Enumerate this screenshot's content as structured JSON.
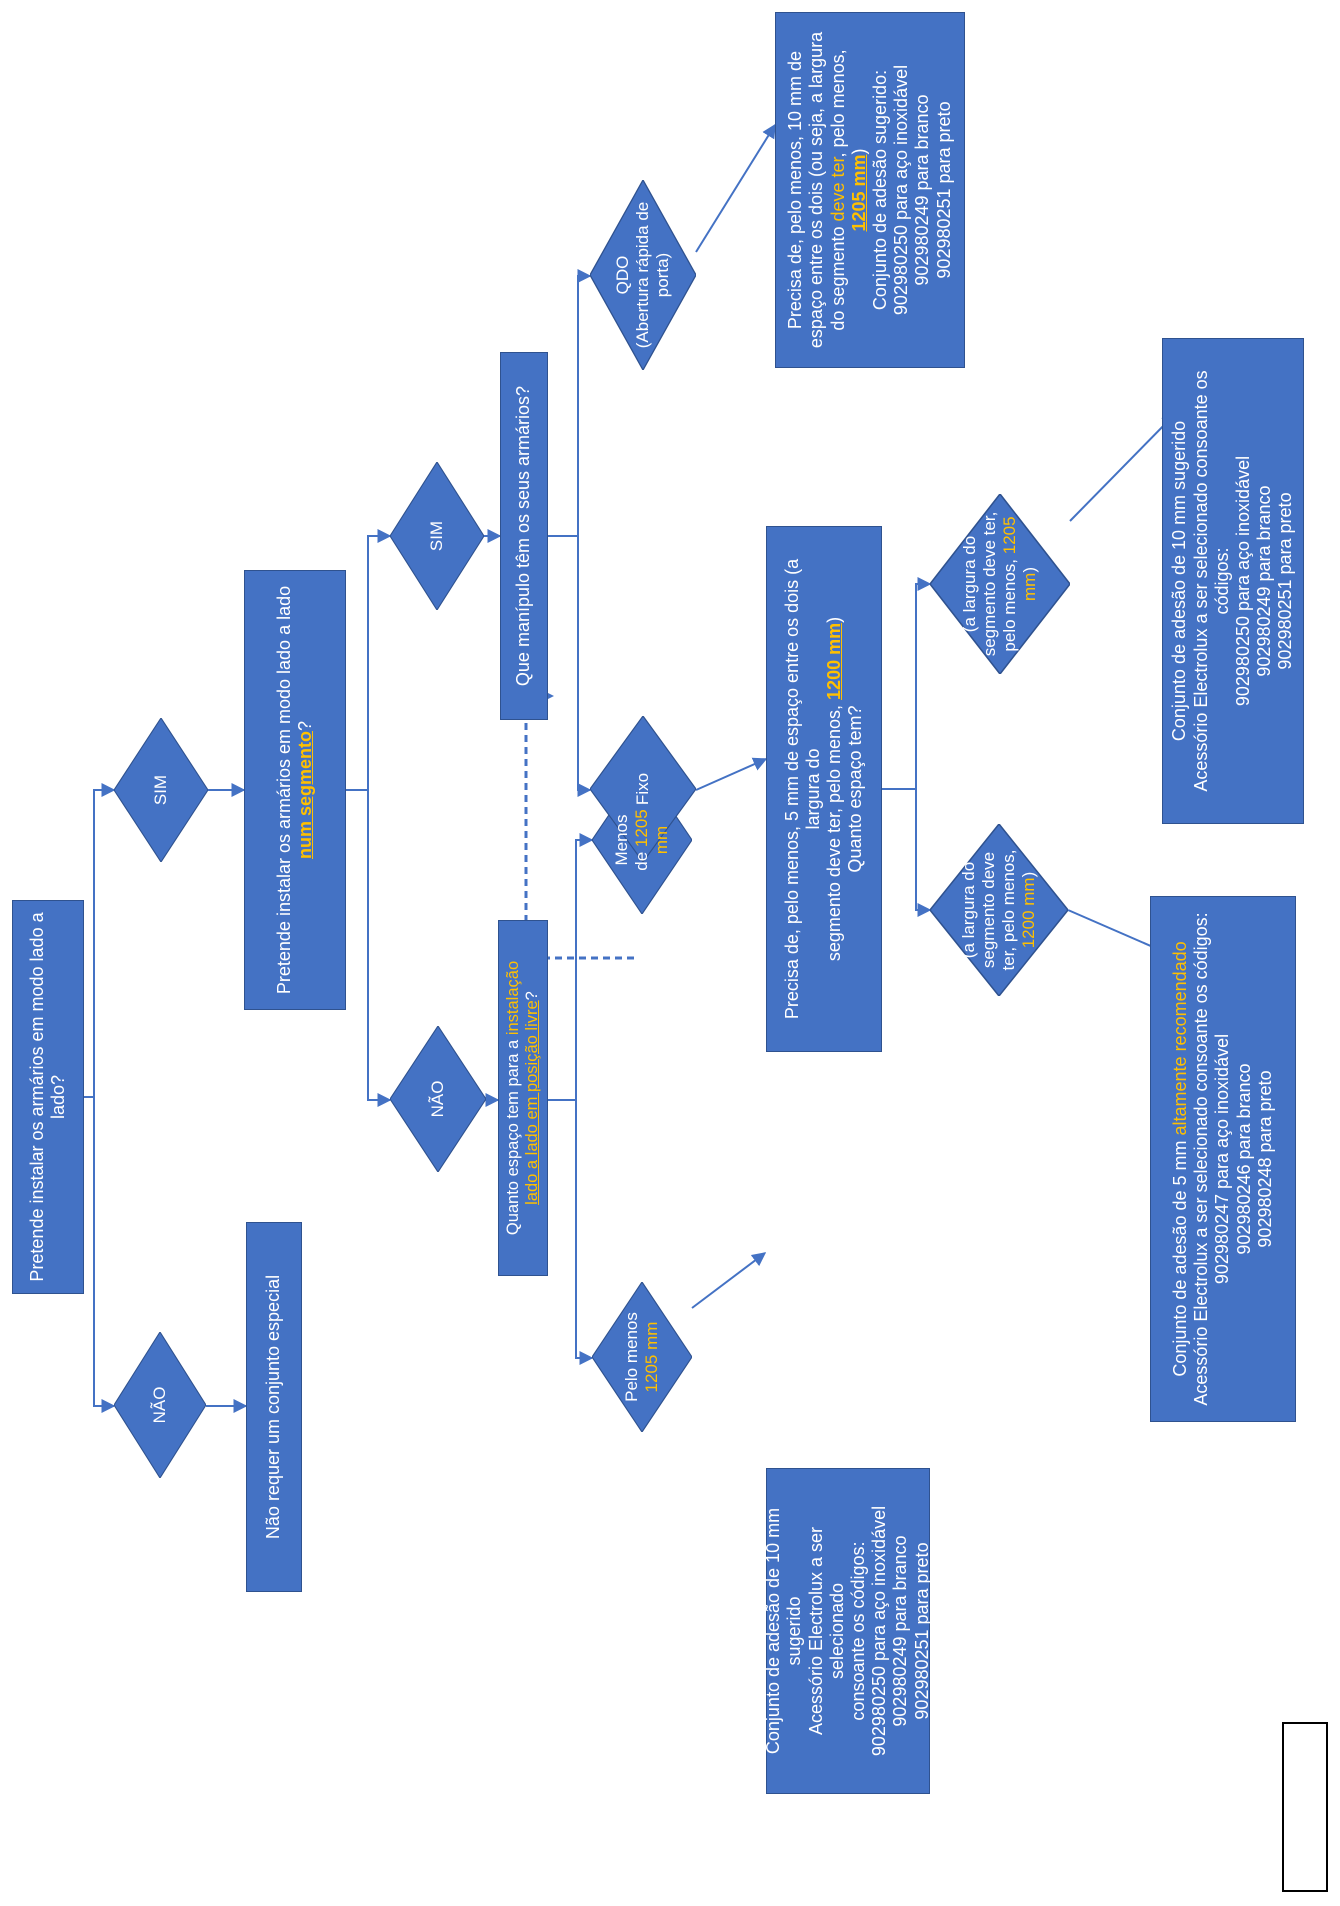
{
  "colors": {
    "node_fill": "#4472c4",
    "node_border": "#2f528f",
    "text": "#ffffff",
    "highlight": "#ffc000",
    "connector": "#4472c4"
  },
  "nodes": {
    "start": {
      "lines": [
        "Pretende instalar os armários em modo lado a lado?"
      ]
    },
    "d_nao_1": {
      "lines": [
        "NÃO"
      ]
    },
    "d_sim_1": {
      "lines": [
        "SIM"
      ]
    },
    "no_kit": {
      "lines": [
        "Não requer um conjunto especial"
      ]
    },
    "segment_q": {
      "l1": "Pretende instalar os armários em modo lado a lado",
      "l2_hl": "num segmento",
      "l2_tail": "?"
    },
    "d_nao_2": {
      "lines": [
        "NÃO"
      ]
    },
    "d_sim_2": {
      "lines": [
        "SIM"
      ]
    },
    "space_q": {
      "l1_pre": "Quanto espaço tem para a ",
      "l1_hl": "instalação",
      "l2_hl": "lado a lado em posição livre",
      "l2_tail": "?"
    },
    "handle_q": {
      "lines": [
        "Que manípulo têm os seus armários?"
      ]
    },
    "d_pelo_menos": {
      "l1": "Pelo menos",
      "l2_hl": "1205 mm"
    },
    "d_menos": {
      "l1": "Menos",
      "l2_pre": "de ",
      "l2_hl": "1205",
      "l3_hl": "mm"
    },
    "kit_10_free": {
      "lines": [
        "Conjunto de adesão de 10 mm sugerido",
        "Acessório Electrolux a ser selecionado",
        "consoante os códigos:",
        "902980250 para aço inoxidável",
        "902980249 para branco",
        "902980251 para preto"
      ]
    },
    "d_fixo": {
      "lines": [
        "Fixo"
      ]
    },
    "d_qdo": {
      "lines": [
        "QDO",
        "(Abertura rápida de",
        "porta)"
      ]
    },
    "fixed_info": {
      "l1": "Precisa de, pelo menos, 5 mm de espaço entre os dois (a largura do",
      "l2_pre": "segmento deve ter, pelo menos, ",
      "l2_hl": "1200 mm",
      "l2_tail": ")",
      "l3": "Quanto espaço tem?"
    },
    "qdo_info": {
      "l1": "Precisa de, pelo menos, 10 mm de",
      "l2": "espaço entre os dois (ou seja, a largura",
      "l3_pre": "do segmento ",
      "l3_hl": "deve ter",
      "l3_tail": ", pelo menos,",
      "l4_hl": "1205 mm",
      "l4_tail": ")",
      "l5": "Conjunto de adesão sugerido:",
      "l6": "902980250 para aço inoxidável",
      "l7": "902980249 para branco",
      "l8": "902980251 para preto"
    },
    "d_1200": {
      "l1": "(a largura do",
      "l2": "segmento deve",
      "l3": "ter, pelo menos,",
      "l4_hl": "1200 mm",
      "l4_tail": ")"
    },
    "d_1205": {
      "l1": "(a largura do",
      "l2": "segmento deve ter,",
      "l3_pre": "pelo menos, ",
      "l3_hl": "1205",
      "l4_hl": "mm",
      "l4_tail": ")"
    },
    "kit_5": {
      "l1_pre": "Conjunto de adesão de 5 mm ",
      "l1_hl": "altamente recomendado",
      "l2": "Acessório Electrolux a ser selecionado consoante os códigos:",
      "l3": "902980247 para aço inoxidável",
      "l4": "902980246 para branco",
      "l5": "902980248 para preto"
    },
    "kit_10_seg": {
      "lines": [
        "Conjunto de adesão de 10 mm sugerido",
        "Acessório Electrolux a ser selecionado consoante os códigos:",
        "902980250 para aço inoxidável",
        "902980249 para branco",
        "902980251 para preto"
      ]
    }
  }
}
